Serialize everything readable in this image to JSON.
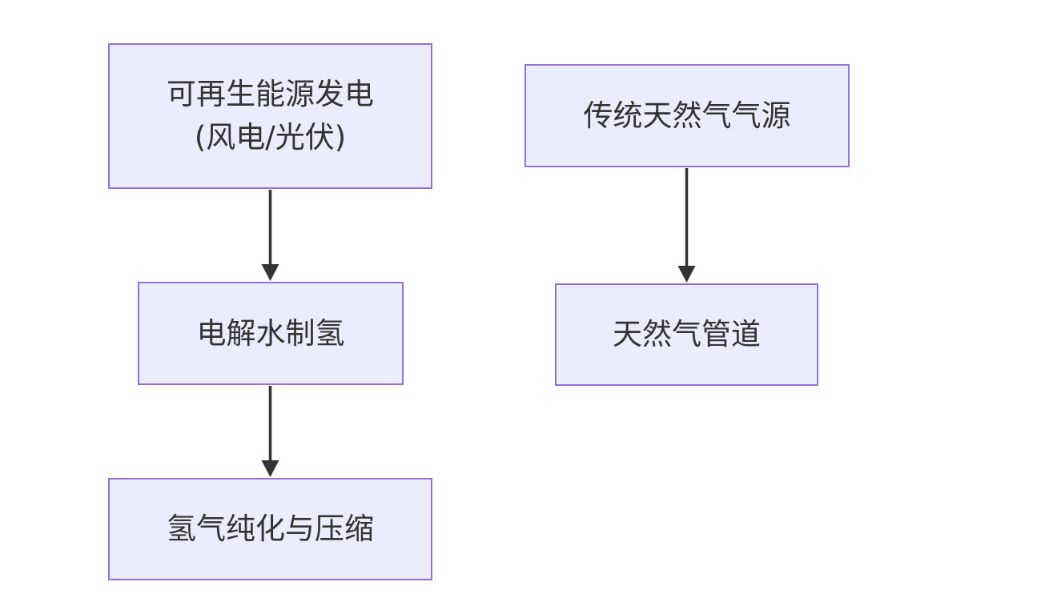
{
  "diagram": {
    "type": "flowchart",
    "direction": "top-down",
    "nodes": [
      {
        "id": "A",
        "lines": [
          "可再生能源发电",
          "(风电/光伏)"
        ]
      },
      {
        "id": "B",
        "lines": [
          "电解水制氢"
        ]
      },
      {
        "id": "C",
        "lines": [
          "氢气纯化与压缩"
        ]
      },
      {
        "id": "D",
        "lines": [
          "传统天然气气源"
        ]
      },
      {
        "id": "E",
        "lines": [
          "天然气管道"
        ]
      }
    ],
    "edges": [
      {
        "from": "A",
        "to": "B"
      },
      {
        "from": "B",
        "to": "C"
      },
      {
        "from": "D",
        "to": "E"
      }
    ],
    "colors": {
      "node_fill": "#ECECFF",
      "node_border": "#9370DB",
      "arrow": "#333333",
      "text": "#333333",
      "background": "#FFFFFF"
    }
  }
}
